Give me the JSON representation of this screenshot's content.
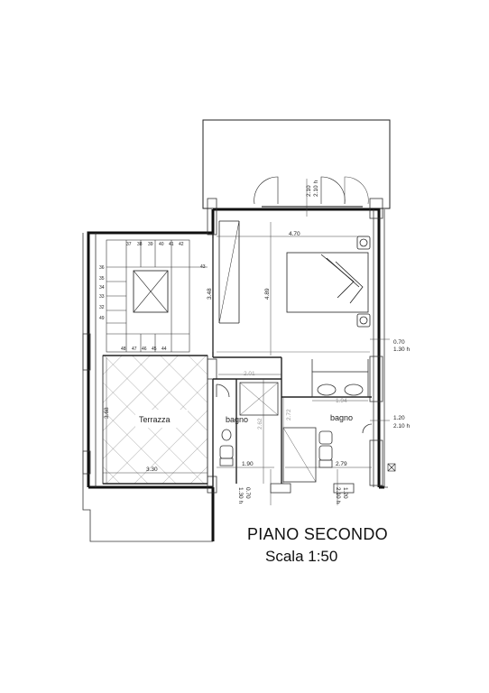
{
  "floor_title": "PIANO SECONDO",
  "scale": "Scala 1:50",
  "rooms": {
    "terrace": "Terrazza",
    "bath_left": "bagno",
    "bath_right": "bagno"
  },
  "dimensions": {
    "top_window": "2.10",
    "top_window_h": "2.10 h",
    "bedroom_width": "4.70",
    "room_height_left": "3.48",
    "room_height_mid": "4.89",
    "right_window_1": "0.70",
    "right_window_1_h": "1.30 h",
    "right_window_2": "1.20",
    "right_window_2_h": "2.10 h",
    "corridor": "2.01",
    "wardrobe": "1.94",
    "bath_left_h": "2.62",
    "bath_right_h": "2.72",
    "terrace_depth": "3.68",
    "terrace_width": "3.30",
    "bottom_bath_left": "1.90",
    "bottom_bath_right": "2.79",
    "bottom_window_1": "0.70",
    "bottom_window_1_h": "1.30 h",
    "bottom_window_2": "1.20",
    "bottom_window_2_h": "2.10 h"
  },
  "stair_steps": {
    "top": [
      "37",
      "38",
      "39",
      "40",
      "41",
      "42"
    ],
    "right": "43",
    "left": [
      "36",
      "35",
      "34",
      "33",
      "32",
      "49"
    ],
    "bottom": [
      "48",
      "47",
      "46",
      "45",
      "44"
    ]
  }
}
